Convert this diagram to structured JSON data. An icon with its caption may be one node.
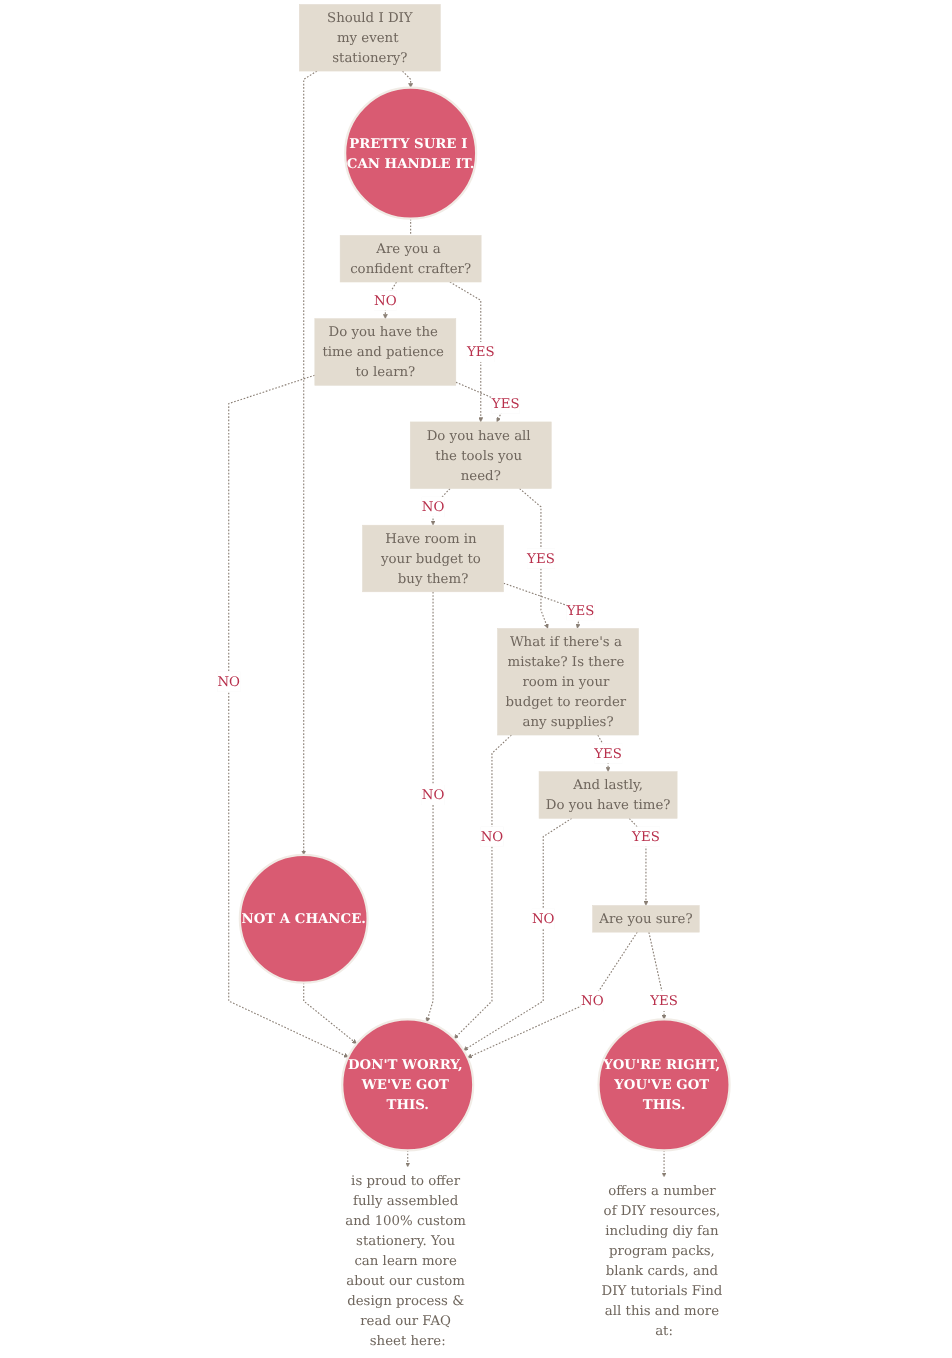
{
  "diagram": {
    "nodes": [
      {
        "text": [
          "Should I DIY",
          "my event stationery?"
        ]
      },
      {
        "text": [
          "PRETTY SURE I CAN HANDLE IT."
        ]
      },
      {
        "text": [
          "NOT A CHANCE."
        ]
      },
      {
        "text": [
          "Are you a confident crafter?"
        ]
      },
      {
        "text": [
          "Do you have the time and patience to learn?"
        ]
      },
      {
        "text": [
          "Do you have all the tools you need?"
        ]
      },
      {
        "text": [
          "What if there's a mistake? Is there room in your budget to reorder any supplies?"
        ]
      },
      {
        "text": [
          "Have room in your budget to buy them?"
        ]
      },
      {
        "text": [
          "And lastly,",
          "Do you have time?"
        ]
      },
      {
        "text": [
          "Are you sure?"
        ]
      },
      {
        "text": [
          "YOU'RE RIGHT, YOU'VE GOT THIS."
        ]
      },
      {
        "text": [
          "DON'T WORRY, WE'VE GOT THIS."
        ]
      },
      {
        "text": [
          "offers a number of DIY resources, including diy fan program packs, blank cards, and DIY tutorials Find all this and more at:"
        ]
      },
      {
        "text": [
          "is proud to offer fully assembled and 100% custom stationery. You can learn more about our custom design process & read our FAQ sheet here:"
        ]
      }
    ],
    "edges": [
      {
        "from": 0,
        "to": 1,
        "arrow": "to",
        "style": "dashed"
      },
      {
        "from": 0,
        "to": 2,
        "arrow": "to",
        "style": "dashed"
      },
      {
        "from": 1,
        "to": 3,
        "arrow": "none",
        "style": "dashed"
      },
      {
        "from": 3,
        "to": 4,
        "label": "NO",
        "arrow": "to",
        "style": "dashed"
      },
      {
        "from": 4,
        "to": 11,
        "label": "NO",
        "arrow": "to",
        "style": "dashed"
      },
      {
        "from": 2,
        "to": 11,
        "arrow": "to",
        "style": "dashed"
      },
      {
        "from": 3,
        "to": 5,
        "label": "YES",
        "arrow": "to",
        "style": "dashed"
      },
      {
        "from": 4,
        "to": 5,
        "label": "YES",
        "arrow": "to",
        "style": "dashed"
      },
      {
        "from": 5,
        "to": 6,
        "label": "YES",
        "arrow": "to",
        "style": "dashed"
      },
      {
        "from": 5,
        "to": 7,
        "label": "NO",
        "arrow": "to",
        "style": "dashed"
      },
      {
        "from": 7,
        "to": 11,
        "label": "NO",
        "arrow": "to",
        "style": "dashed"
      },
      {
        "from": 7,
        "to": 6,
        "label": "YES",
        "arrow": "to",
        "style": "dashed"
      },
      {
        "from": 6,
        "to": 11,
        "label": "NO",
        "arrow": "to",
        "style": "dashed"
      },
      {
        "from": 6,
        "to": 8,
        "label": "YES",
        "arrow": "to",
        "style": "dashed"
      },
      {
        "from": 8,
        "to": 11,
        "label": "NO",
        "arrow": "to",
        "style": "dashed"
      },
      {
        "from": 8,
        "to": 9,
        "label": "YES",
        "arrow": "to",
        "style": "dashed"
      },
      {
        "from": 9,
        "to": 10,
        "label": "YES",
        "arrow": "to",
        "style": "dashed"
      },
      {
        "from": 9,
        "to": 11,
        "label": "NO",
        "arrow": "to",
        "style": "dashed"
      },
      {
        "from": 10,
        "to": 12,
        "arrow": "to",
        "style": "dashed"
      },
      {
        "from": 11,
        "to": 13,
        "arrow": "to",
        "style": "dashed"
      }
    ]
  }
}
